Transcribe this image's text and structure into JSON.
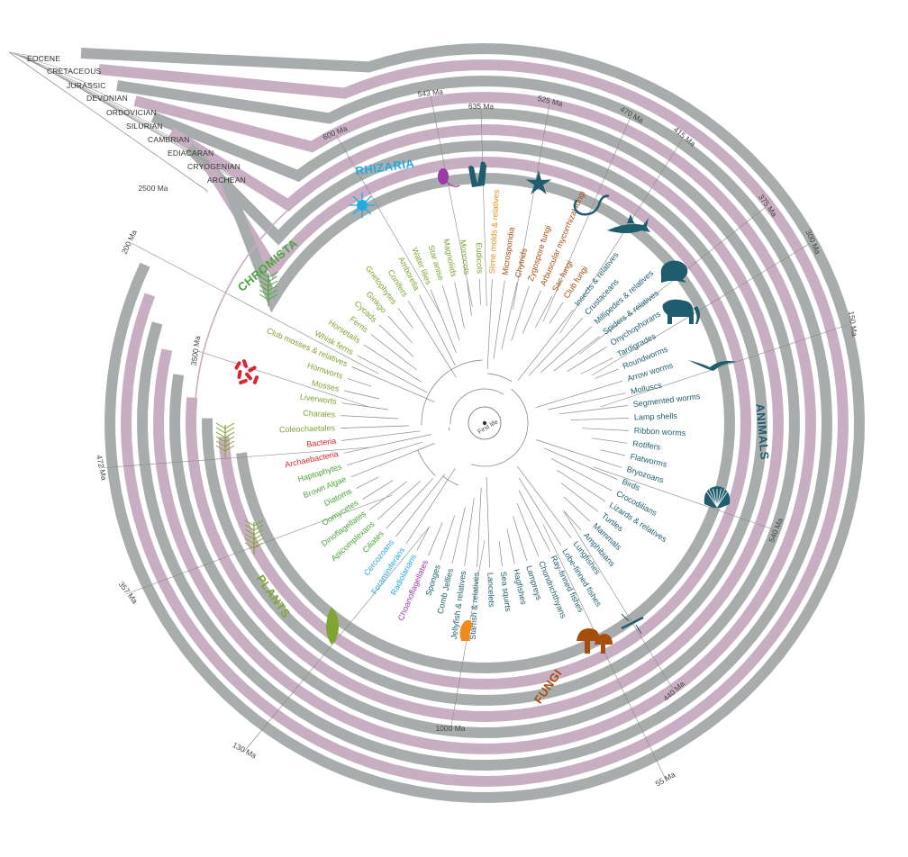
{
  "colors": {
    "band_grey": "#a9acac",
    "band_purple": "#c8aec2",
    "chromista": "#49a63a",
    "archaea": "#d9252d",
    "plants": "#7ea432",
    "slime": "#f08a1c",
    "fungi": "#a64d10",
    "animals": "#1f5d6e",
    "rhizaria": "#26a9e0",
    "choano": "#9b3aa8",
    "line": "#888888"
  },
  "eras": [
    "EOCENE",
    "CRETACEOUS",
    "JURASSIC",
    "DEVONIAN",
    "ORDOVICIAN",
    "SILURIAN",
    "CAMBRIAN",
    "EDIACARAN",
    "CRYOGENIAN",
    "ARCHEAN"
  ],
  "first_life": "First life",
  "ticks": [
    {
      "label": "2500 Ma"
    },
    {
      "label": "600 Ma"
    },
    {
      "label": "543 Ma"
    },
    {
      "label": "635 Ma"
    },
    {
      "label": "525 Ma"
    },
    {
      "label": "470 Ma"
    },
    {
      "label": "415 Ma"
    },
    {
      "label": "375 Ma"
    },
    {
      "label": "300 Ma"
    },
    {
      "label": "150 Ma"
    },
    {
      "label": "540 Ma"
    },
    {
      "label": "440 Ma"
    },
    {
      "label": "55 Ma"
    },
    {
      "label": "1000 Ma"
    },
    {
      "label": "130 Ma"
    },
    {
      "label": "357 Ma"
    },
    {
      "label": "472 Ma"
    },
    {
      "label": "3500 Ma"
    },
    {
      "label": "200 Ma"
    }
  ],
  "groups": [
    {
      "name": "CHROMISTA",
      "color_key": "chromista"
    },
    {
      "name": "RHIZARIA",
      "color_key": "rhizaria"
    },
    {
      "name": "ANIMALS",
      "color_key": "animals"
    },
    {
      "name": "FUNGI",
      "color_key": "fungi"
    },
    {
      "name": "PLANTS",
      "color_key": "plants"
    }
  ],
  "leaves": [
    {
      "label": "Archaebacteria",
      "color_key": "archaea"
    },
    {
      "label": "Bacteria",
      "color_key": "archaea"
    },
    {
      "label": "Coleochaetales",
      "color_key": "plants"
    },
    {
      "label": "Charales",
      "color_key": "plants"
    },
    {
      "label": "Liverworts",
      "color_key": "plants"
    },
    {
      "label": "Mosses",
      "color_key": "plants"
    },
    {
      "label": "Hornworts",
      "color_key": "plants"
    },
    {
      "label": "Club mosses & relatives",
      "color_key": "plants"
    },
    {
      "label": "Whisk ferns",
      "color_key": "plants"
    },
    {
      "label": "Horsetails",
      "color_key": "plants"
    },
    {
      "label": "Ferns",
      "color_key": "plants"
    },
    {
      "label": "Cycads",
      "color_key": "plants"
    },
    {
      "label": "Ginkgo",
      "color_key": "plants"
    },
    {
      "label": "Gnetophytes",
      "color_key": "plants"
    },
    {
      "label": "Conifers",
      "color_key": "plants"
    },
    {
      "label": "Amborella",
      "color_key": "plants"
    },
    {
      "label": "Water lilies",
      "color_key": "plants"
    },
    {
      "label": "Star anise",
      "color_key": "plants"
    },
    {
      "label": "Magnoliids",
      "color_key": "plants"
    },
    {
      "label": "Monocots",
      "color_key": "plants"
    },
    {
      "label": "Eudicots",
      "color_key": "plants"
    },
    {
      "label": "Slime molds & relatives",
      "color_key": "slime"
    },
    {
      "label": "Microsporidia",
      "color_key": "fungi"
    },
    {
      "label": "Chytrids",
      "color_key": "fungi"
    },
    {
      "label": "Zygospore fungi",
      "color_key": "fungi"
    },
    {
      "label": "Arbuscular mycorrhizal fungi",
      "color_key": "fungi"
    },
    {
      "label": "Sac fungi",
      "color_key": "fungi"
    },
    {
      "label": "Club fungi",
      "color_key": "fungi"
    },
    {
      "label": "Insects & relatives",
      "color_key": "animals"
    },
    {
      "label": "Crustaceans",
      "color_key": "animals"
    },
    {
      "label": "Millipedes & relatives",
      "color_key": "animals"
    },
    {
      "label": "Spiders & relatives",
      "color_key": "animals"
    },
    {
      "label": "Onychophorans",
      "color_key": "animals"
    },
    {
      "label": "Tardigrades",
      "color_key": "animals"
    },
    {
      "label": "Roundworms",
      "color_key": "animals"
    },
    {
      "label": "Arrow worms",
      "color_key": "animals"
    },
    {
      "label": "Molluscs",
      "color_key": "animals"
    },
    {
      "label": "Segmented worms",
      "color_key": "animals"
    },
    {
      "label": "Lamp shells",
      "color_key": "animals"
    },
    {
      "label": "Ribbon worms",
      "color_key": "animals"
    },
    {
      "label": "Rotifers",
      "color_key": "animals"
    },
    {
      "label": "Flatworms",
      "color_key": "animals"
    },
    {
      "label": "Bryozoans",
      "color_key": "animals"
    },
    {
      "label": "Birds",
      "color_key": "animals"
    },
    {
      "label": "Crocodilians",
      "color_key": "animals"
    },
    {
      "label": "Lizards & relatives",
      "color_key": "animals"
    },
    {
      "label": "Turtles",
      "color_key": "animals"
    },
    {
      "label": "Mammals",
      "color_key": "animals"
    },
    {
      "label": "Amphibians",
      "color_key": "animals"
    },
    {
      "label": "Lungfishes",
      "color_key": "animals"
    },
    {
      "label": "Lobe-finned fishes",
      "color_key": "animals"
    },
    {
      "label": "Ray-finned fishes",
      "color_key": "animals"
    },
    {
      "label": "Chondrichthyans",
      "color_key": "animals"
    },
    {
      "label": "Lampreys",
      "color_key": "animals"
    },
    {
      "label": "Hagfishes",
      "color_key": "animals"
    },
    {
      "label": "Sea squirts",
      "color_key": "animals"
    },
    {
      "label": "Lancelets",
      "color_key": "animals"
    },
    {
      "label": "Starfish & relatives",
      "color_key": "animals"
    },
    {
      "label": "Jellyfish & relatives",
      "color_key": "animals"
    },
    {
      "label": "Comb Jellies",
      "color_key": "animals"
    },
    {
      "label": "Sponges",
      "color_key": "animals"
    },
    {
      "label": "Choanoflagellates",
      "color_key": "choano"
    },
    {
      "label": "Radiolarians",
      "color_key": "rhizaria"
    },
    {
      "label": "Foraminiferans",
      "color_key": "rhizaria"
    },
    {
      "label": "Cercozoans",
      "color_key": "rhizaria"
    },
    {
      "label": "Ciliates",
      "color_key": "chromista"
    },
    {
      "label": "Apicomplexans",
      "color_key": "chromista"
    },
    {
      "label": "Dinoflagellates",
      "color_key": "chromista"
    },
    {
      "label": "Oomycetes",
      "color_key": "chromista"
    },
    {
      "label": "Diatoms",
      "color_key": "chromista"
    },
    {
      "label": "Brown Algae",
      "color_key": "chromista"
    },
    {
      "label": "Haptophytes",
      "color_key": "chromista"
    }
  ],
  "icons": [
    {
      "name": "radiolarian-icon",
      "color_key": "rhizaria"
    },
    {
      "name": "choanoflagellate-icon",
      "color_key": "choano"
    },
    {
      "name": "sponge-icon",
      "color_key": "animals"
    },
    {
      "name": "starfish-icon",
      "color_key": "animals"
    },
    {
      "name": "lamprey-icon",
      "color_key": "animals"
    },
    {
      "name": "shark-icon",
      "color_key": "animals"
    },
    {
      "name": "frog-icon",
      "color_key": "animals"
    },
    {
      "name": "elephant-icon",
      "color_key": "animals"
    },
    {
      "name": "bird-icon",
      "color_key": "animals"
    },
    {
      "name": "shell-icon",
      "color_key": "animals"
    },
    {
      "name": "mosquito-icon",
      "color_key": "animals"
    },
    {
      "name": "mushroom-icon",
      "color_key": "fungi"
    },
    {
      "name": "slime-mold-icon",
      "color_key": "slime"
    },
    {
      "name": "leaf-icon",
      "color_key": "plants"
    },
    {
      "name": "fern-icon",
      "color_key": "plants"
    },
    {
      "name": "moss-icon",
      "color_key": "plants"
    },
    {
      "name": "bacteria-icon",
      "color_key": "archaea"
    },
    {
      "name": "brown-algae-icon",
      "color_key": "chromista"
    }
  ]
}
